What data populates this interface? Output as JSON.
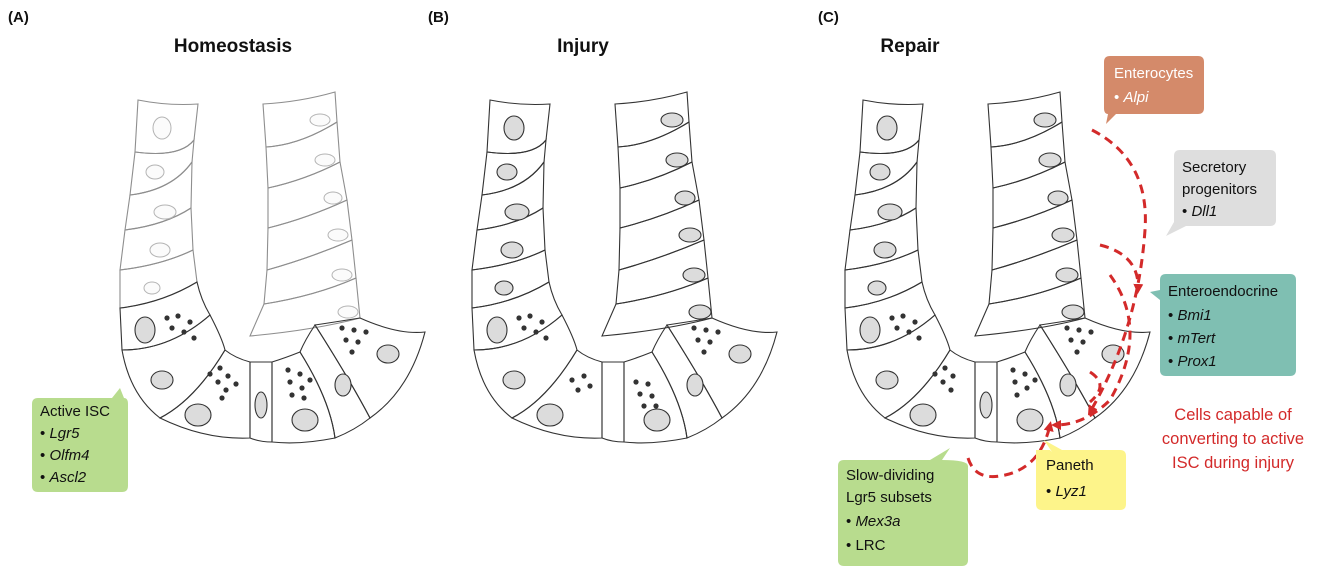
{
  "panels": {
    "a": {
      "letter": "(A)",
      "title": "Homeostasis"
    },
    "b": {
      "letter": "(B)",
      "title": "Injury"
    },
    "c": {
      "letter": "(C)",
      "title": "Repair"
    }
  },
  "labels": {
    "active_isc": {
      "title": "Active ISC",
      "markers": [
        "Lgr5",
        "Olfm4",
        "Ascl2"
      ],
      "color": "#b8dc8e"
    },
    "enterocytes": {
      "title": "Enterocytes",
      "markers": [
        "Alpi"
      ],
      "color": "#d48a6a"
    },
    "secretory": {
      "title_lines": [
        "Secretory",
        "progenitors"
      ],
      "markers": [
        "Dll1"
      ],
      "color": "#dedede"
    },
    "enteroendocrine": {
      "title": "Enteroendocrine",
      "markers": [
        "Bmi1",
        "mTert",
        "Prox1"
      ],
      "color": "#7fbfb2"
    },
    "slow_dividing": {
      "title_lines": [
        "Slow-dividing",
        "Lgr5 subsets"
      ],
      "markers": [
        "Mex3a",
        "LRC"
      ],
      "italic_markers": [
        true,
        false
      ],
      "color": "#b8dc8e"
    },
    "paneth": {
      "title": "Paneth",
      "markers": [
        "Lyz1"
      ],
      "color": "#fdf48a"
    }
  },
  "annotation": {
    "lines": [
      "Cells capable of",
      "converting to active",
      "ISC during injury"
    ],
    "color": "#d32a2a"
  },
  "cell_colors": {
    "brown": "#ada087",
    "teal_dark": "#4fa597",
    "teal_light": "#80c3b8",
    "gray": "#cfcfcf",
    "orange": "#da7e60",
    "yellow": "#fcf28c",
    "green": "#b6d68c"
  },
  "bullet": "•"
}
